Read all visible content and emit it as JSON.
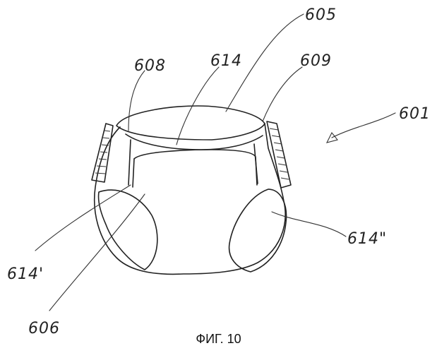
{
  "labels": {
    "l605": "605",
    "l608": "608",
    "l614": "614",
    "l609": "609",
    "l601": "601",
    "l614p": "614'",
    "l614pp": "614\"",
    "l606": "606"
  },
  "caption": "ФИГ. 10",
  "colors": {
    "ink": "#222222",
    "background": "#ffffff"
  }
}
